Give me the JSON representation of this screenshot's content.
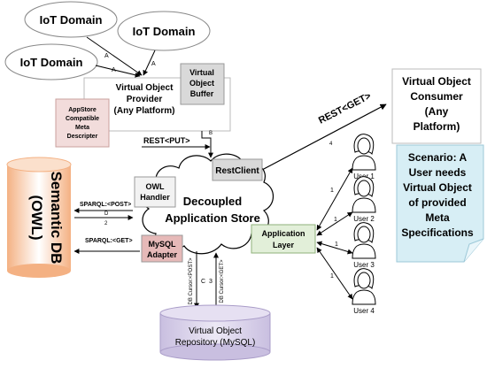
{
  "iot_domains": [
    "IoT Domain",
    "IoT Domain",
    "IoT Domain"
  ],
  "provider": {
    "title_lines": [
      "Virtual Object",
      "Provider",
      "(Any Platform)"
    ],
    "buffer_lines": [
      "Virtual",
      "Object",
      "Buffer"
    ],
    "appstore_lines": [
      "AppStore",
      "Compatible",
      "Meta",
      "Descripter"
    ]
  },
  "consumer_lines": [
    "Virtual Object",
    "Consumer",
    "(Any",
    "Platform)"
  ],
  "scenario_lines": [
    "Scenario: A",
    "User needs",
    "Virtual Object",
    "of provided",
    "Meta",
    "Specifications"
  ],
  "store": {
    "title_lines": [
      "Decoupled",
      "Application Store"
    ],
    "rest_client": "RestClient",
    "owl_handler_lines": [
      "OWL",
      "Handler"
    ],
    "mysql_adapter_lines": [
      "MySQL",
      "Adapter"
    ],
    "app_layer_lines": [
      "Application",
      "Layer"
    ]
  },
  "semantic_db_lines": [
    "Semantic DB",
    "(OWL)"
  ],
  "repository_lines": [
    "Virtual Object",
    "Repository (MySQL)"
  ],
  "edge_labels": {
    "rest_put": "REST<PUT>",
    "rest_get": "REST<GET>",
    "sparql_post": "SPARQL:<POST>",
    "sparql_get": "SPARQL:<GET>",
    "db_post": "DB Cursor:<POST>",
    "db_get": "DB Cursor:<GET>",
    "a": "A",
    "b": "B",
    "c": "C",
    "d": "D",
    "one": "1",
    "two": "2",
    "three": "3",
    "four": "4"
  },
  "users": [
    "User 1",
    "User 2",
    "User 3",
    "User 4"
  ],
  "colors": {
    "buffer_fill": "#d9d9d9",
    "appstore_fill": "#f2dcdb",
    "scenario_fill": "#d7eef5",
    "scenario_border": "#9cc8d8",
    "semantic_db_edge": "#f4b183",
    "owl_fill": "#f2f2f2",
    "rest_client_fill": "#d9d9d9",
    "mysql_adapter_fill": "#e6b9b8",
    "app_layer_fill": "#e2efd9",
    "app_layer_border": "#8fb07a",
    "repository_fill": "#d9d2e9"
  }
}
